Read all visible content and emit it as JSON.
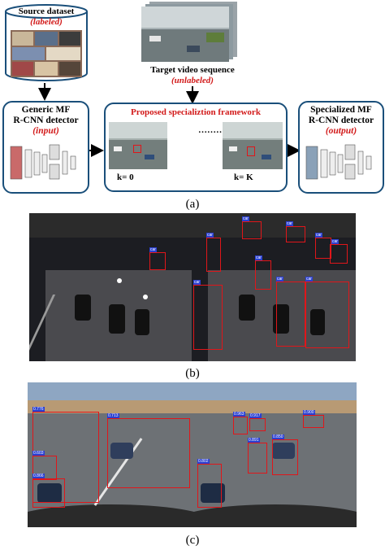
{
  "part_a": {
    "source": {
      "title": "Source dataset",
      "tag": "(labeled)"
    },
    "target": {
      "title": "Target video sequence",
      "tag": "(unlabeled)"
    },
    "generic": {
      "line1": "Generic MF",
      "line2": "R-CNN detector",
      "tag": "(input)"
    },
    "framework": {
      "title": "Proposed specializtion framework",
      "k_start": "k= 0",
      "k_end": "k= K",
      "dots": "………"
    },
    "specialized": {
      "line1": "Specialized MF",
      "line2": "R-CNN detector",
      "tag": "(output)"
    },
    "caption": "(a)"
  },
  "part_b": {
    "caption": "(b)",
    "left_labels": [
      "car"
    ],
    "right_labels": [
      "car",
      "car",
      "car",
      "car",
      "car",
      "car",
      "car",
      "car",
      "car"
    ]
  },
  "part_c": {
    "caption": "(c)",
    "left_labels": [
      "0.776",
      "0.713",
      "0.603",
      "0.866"
    ],
    "right_labels": [
      "0.963",
      "0.917",
      "0.900",
      "0.891",
      "0.850",
      "0.802"
    ]
  },
  "colors": {
    "frame_blue": "#1a4f7a",
    "highlight_red": "#d21a1a",
    "detection_red": "#e0161a",
    "label_blue": "#2a3fd0"
  }
}
